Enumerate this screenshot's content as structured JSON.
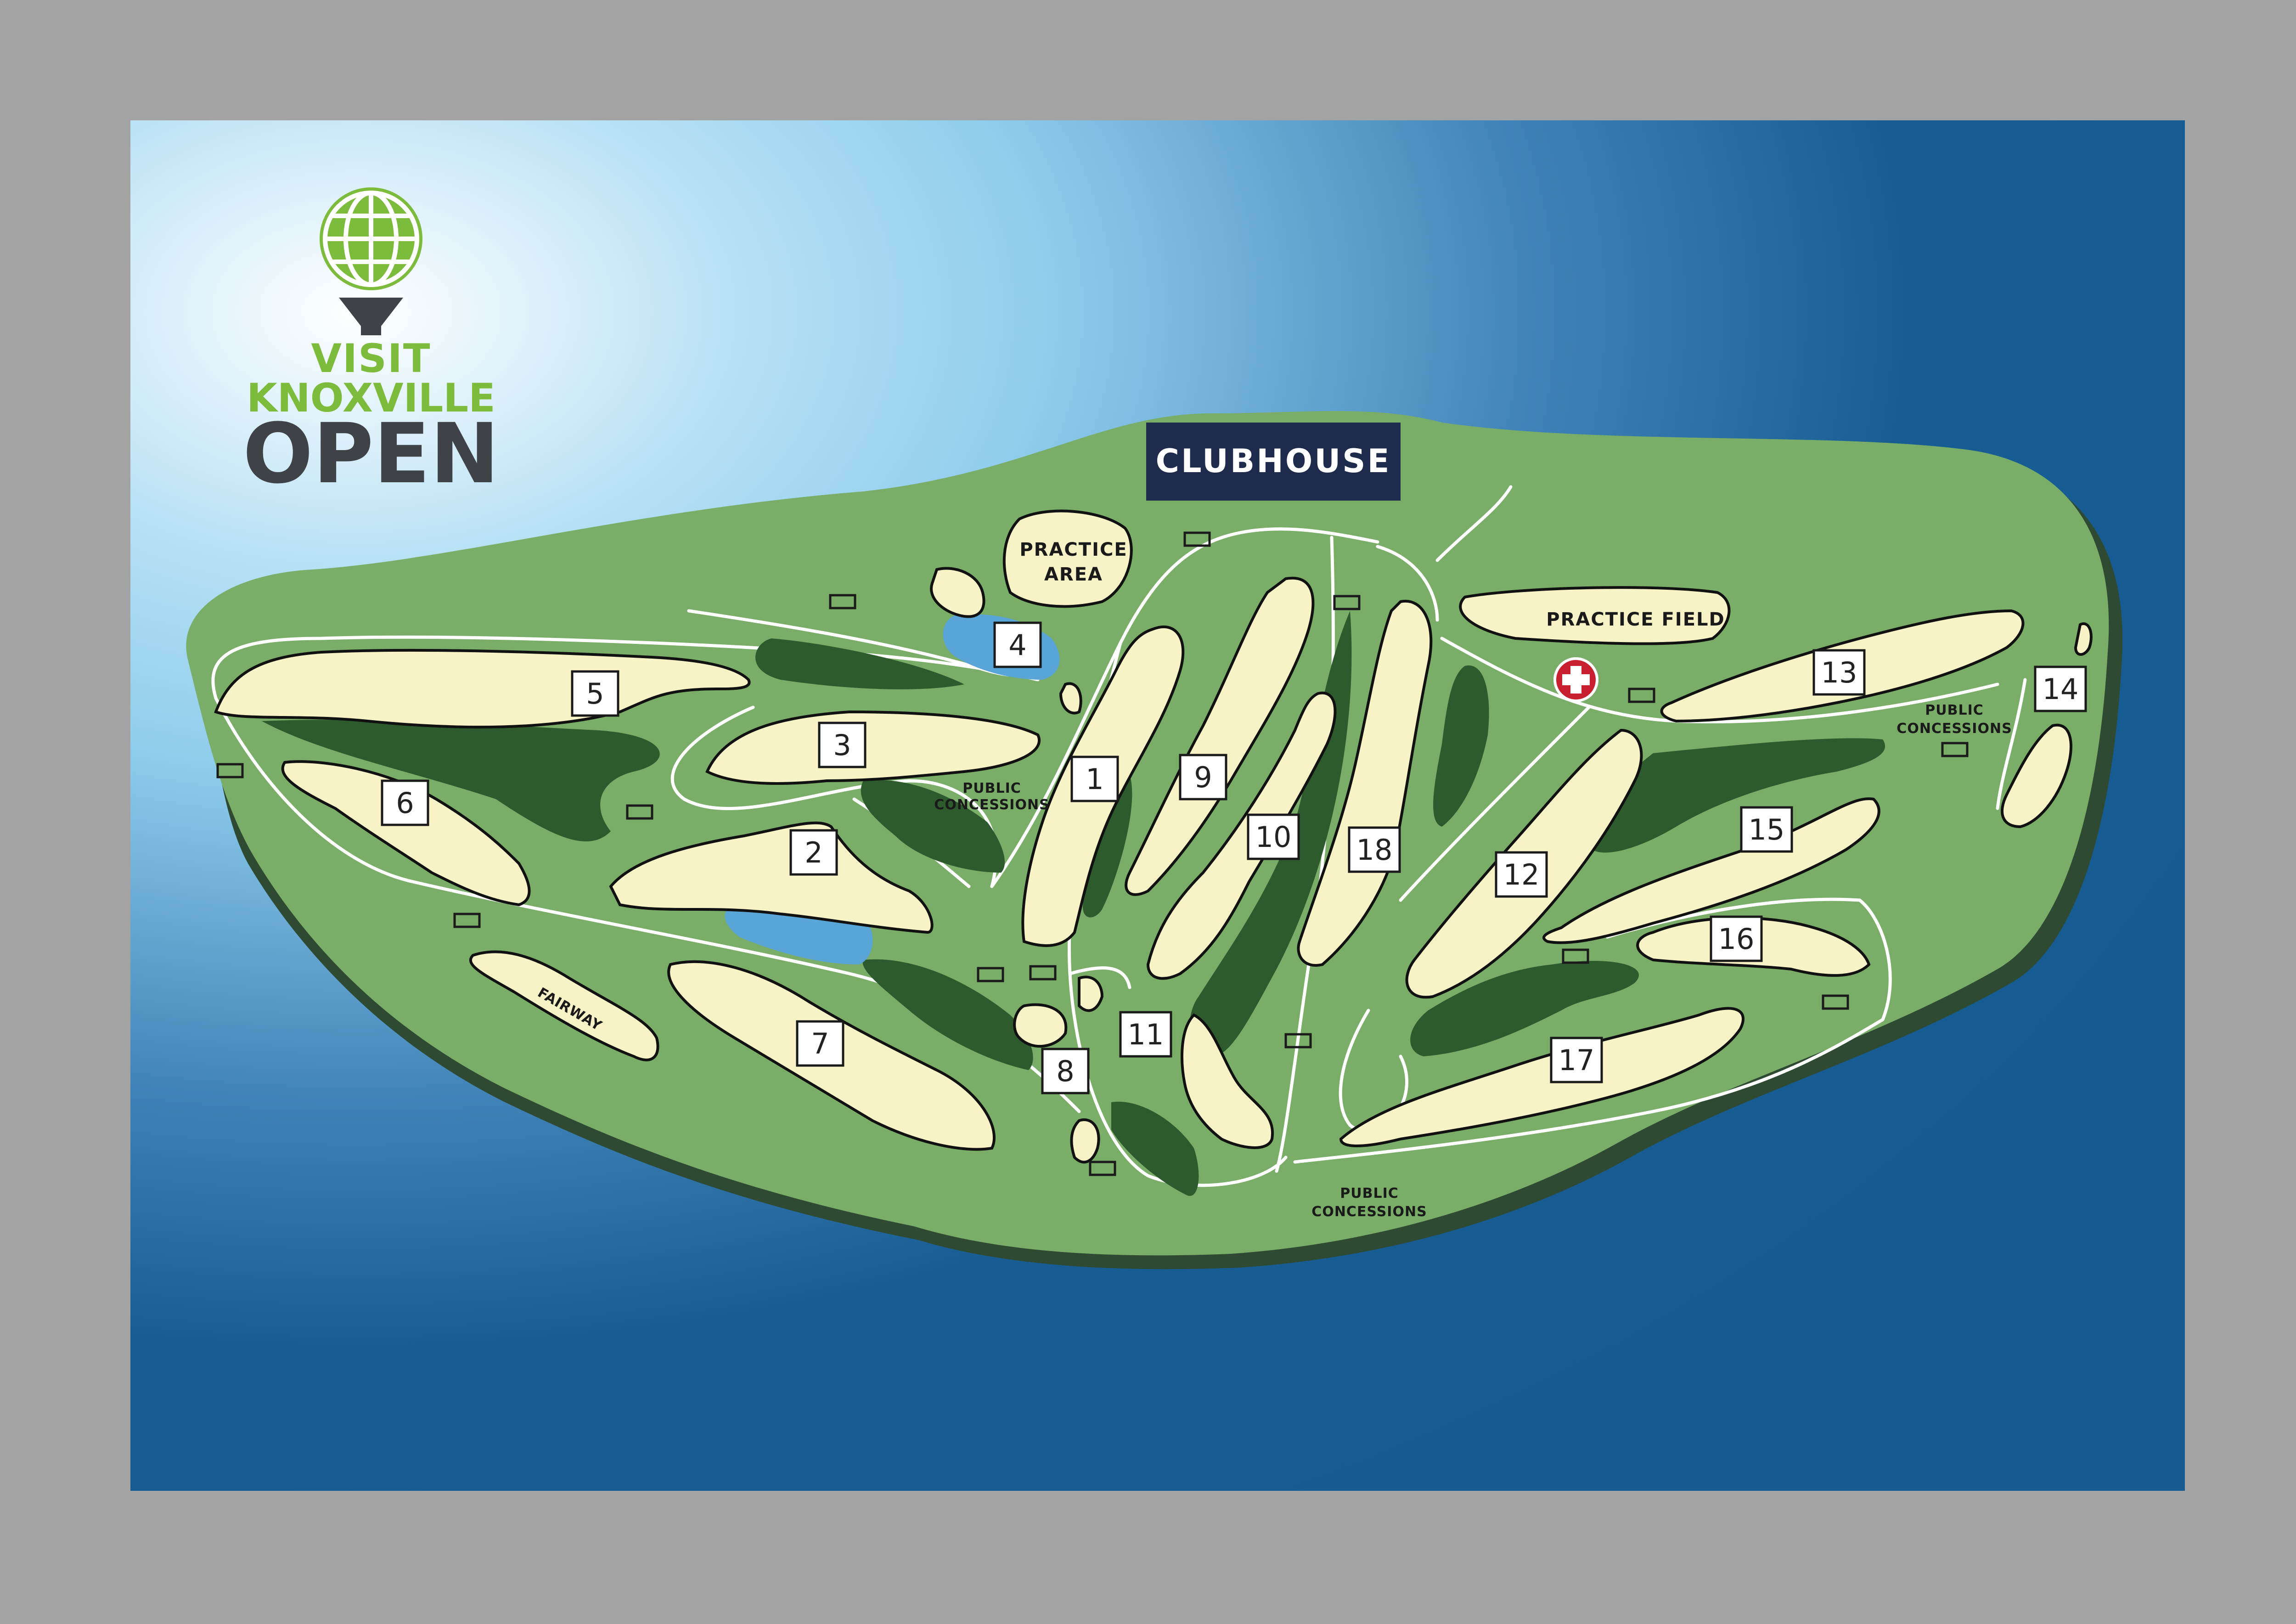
{
  "logo": {
    "line1": "VISIT",
    "line2": "KNOXVILLE",
    "line3": "OPEN",
    "icon": "golf-ball-globe-on-tee-icon",
    "green": "#7dbb3c",
    "gray": "#3f4348"
  },
  "clubhouse": {
    "label": "CLUBHOUSE",
    "bg": "#1e2b4c"
  },
  "labels": {
    "practice_area": [
      "PRACTICE",
      "AREA"
    ],
    "practice_field": "PRACTICE FIELD",
    "fairway": "FAIRWAY",
    "concessions_a": [
      "PUBLIC",
      "CONCESSIONS"
    ],
    "concessions_b": [
      "PUBLIC",
      "CONCESSIONS"
    ],
    "concessions_c": [
      "PUBLIC",
      "CONCESSIONS"
    ]
  },
  "first_aid": {
    "icon": "first-aid-cross-icon",
    "color": "#c8202f"
  },
  "holes": [
    "1",
    "2",
    "3",
    "4",
    "5",
    "6",
    "7",
    "8",
    "9",
    "10",
    "11",
    "12",
    "13",
    "14",
    "15",
    "16",
    "17",
    "18"
  ],
  "colors": {
    "frame": "#a3a3a3",
    "sky_light": "#ffffff",
    "sky_mid": "#8fcdec",
    "ocean": "#175c93",
    "course": "#79ad68",
    "course_shadow": "#2f4a33",
    "fairway": "#f7f3c6",
    "rough": "#2d5b2e",
    "water": "#5aa5d8"
  }
}
